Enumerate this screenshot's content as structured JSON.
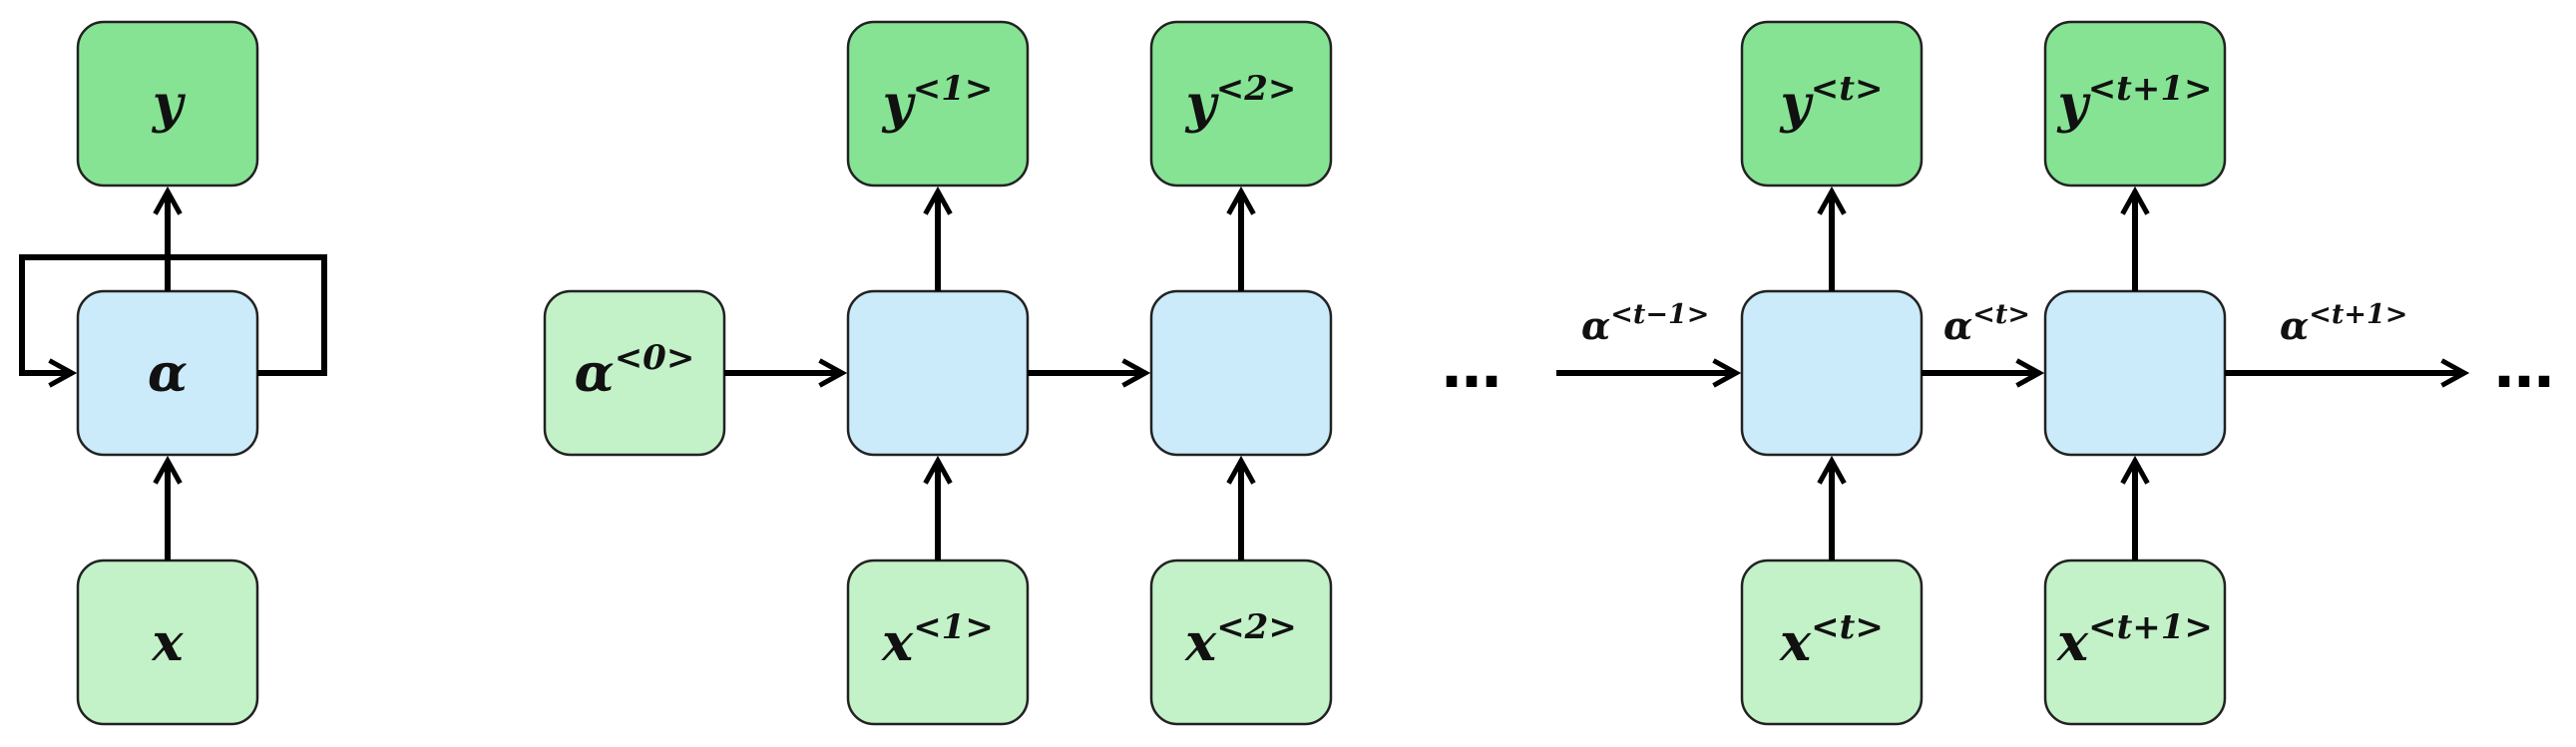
{
  "colors": {
    "output": "#86E393",
    "input": "#C3F1C8",
    "hidden": "#CBEBFA",
    "stroke": "#222222"
  },
  "folded": {
    "output": {
      "base": "y",
      "sup": ""
    },
    "hidden": {
      "base": "α",
      "sup": ""
    },
    "input": {
      "base": "x",
      "sup": ""
    }
  },
  "initial_state": {
    "base": "α",
    "sup": "<0>"
  },
  "outputs": [
    {
      "base": "y",
      "sup": "<1>"
    },
    {
      "base": "y",
      "sup": "<2>"
    },
    {
      "base": "y",
      "sup": "<t>"
    },
    {
      "base": "y",
      "sup": "<t+1>"
    }
  ],
  "inputs": [
    {
      "base": "x",
      "sup": "<1>"
    },
    {
      "base": "x",
      "sup": "<2>"
    },
    {
      "base": "x",
      "sup": "<t>"
    },
    {
      "base": "x",
      "sup": "<t+1>"
    }
  ],
  "edge_labels": [
    {
      "base": "α",
      "sup": "<t−1>"
    },
    {
      "base": "α",
      "sup": "<t>"
    },
    {
      "base": "α",
      "sup": "<t+1>"
    }
  ],
  "ellipsis": "…"
}
